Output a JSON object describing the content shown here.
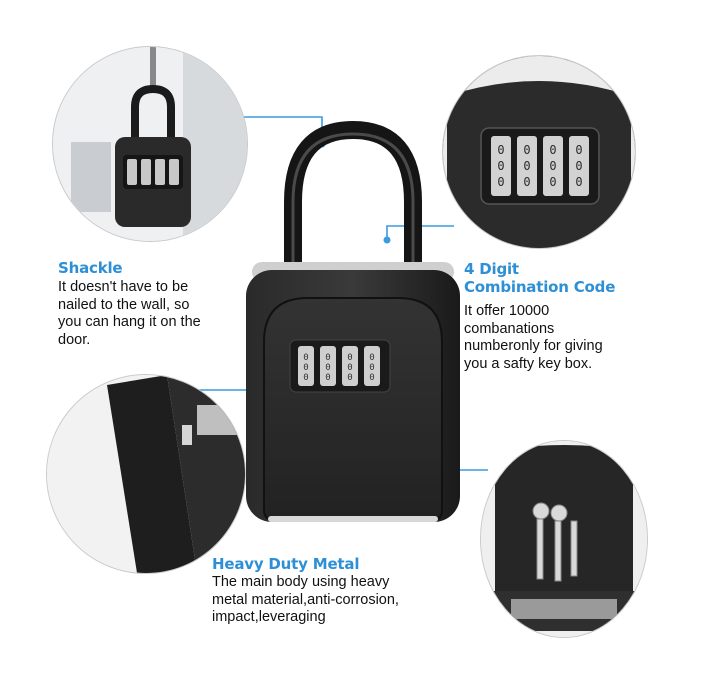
{
  "features": {
    "shackle": {
      "title": "Shackle",
      "lines": [
        "It doesn't have to be",
        "nailed to the wall, so",
        "you can hang it on the",
        "door."
      ]
    },
    "combination": {
      "title_lines": [
        "4 Digit",
        "Combination Code"
      ],
      "lines": [
        "It offer 10000",
        "combanations",
        "numberonly for giving",
        "you a safty key box."
      ]
    },
    "metal": {
      "title": "Heavy Duty Metal",
      "lines": [
        "The main body using heavy",
        "metal material,anti-corrosion,",
        "impact,leveraging"
      ]
    }
  },
  "colors": {
    "accent": "#2d8fd6",
    "text": "#111111",
    "product": "#1c1c1c"
  }
}
